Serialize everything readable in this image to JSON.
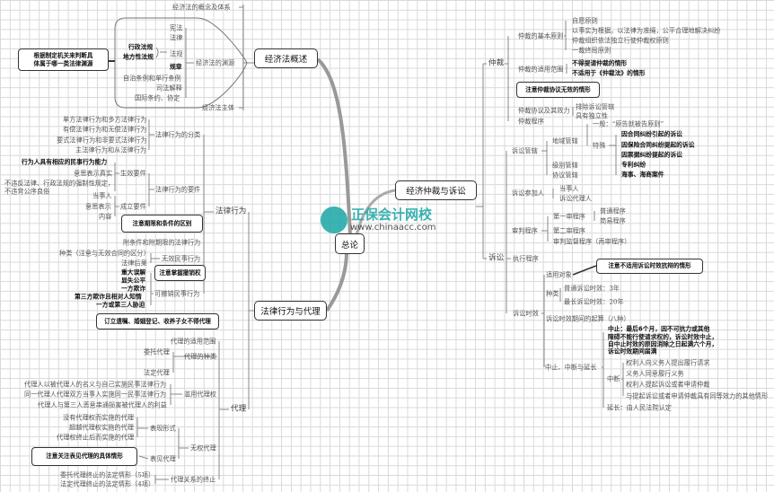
{
  "root": "总论",
  "economic_law": {
    "title": "经济法概述",
    "concept": "经济法的概念及体系",
    "sources": "经济法的渊源",
    "subject": "经济法主体",
    "source_items": [
      "宪法",
      "法律",
      "法规",
      "规章",
      "自治条例和单行条例",
      "司法解释",
      "国际条约、协定"
    ],
    "regulation_types": [
      "行政法规",
      "地方性法规"
    ],
    "note_lines": [
      "根据制定机关来判断具",
      "体属于哪一类法律渊源"
    ]
  },
  "legal_act_agency": {
    "title": "法律行为与代理",
    "legal_act": "法律行为",
    "classification": "法律行为的分类",
    "class_items": [
      "单方法律行为和多方法律行为",
      "有偿法律行为和无偿法律行为",
      "要式法律行为和非要式法律行为",
      "主法律行为和从法律行为"
    ],
    "elements": "法律行为的要件",
    "effective": "生效要件",
    "effective_items": [
      "行为人具有相应的民事行为能力",
      "意思表示真实",
      "不违反法律、行政法规的强制性规定，",
      "不违背公序良俗"
    ],
    "formation": "成立要件",
    "formation_items": [
      "当事人",
      "意思表示",
      "内容"
    ],
    "note_condition": "注意期限和条件的区别",
    "conditional": "附条件和附期限的法律行为",
    "void": "无效民事行为",
    "void_items": [
      "种类（注意与无效合同的区分）",
      "法律后果"
    ],
    "note_revoke": "注意掌握撤销权",
    "voidable": "可撤销民事行为",
    "voidable_items": [
      "重大误解",
      "显失公平",
      "一方欺诈",
      "第三方欺诈且相对人知情",
      "一方或第三人胁迫"
    ],
    "agency": "代理",
    "note_agency": "订立遗嘱、婚姻登记、收养子女不得代理",
    "scope": "代理的适用范围",
    "kinds": "代理的种类",
    "kind_items": [
      "委托代理",
      "法定代理"
    ],
    "abuse": "滥用代理权",
    "abuse_items": [
      "代理人以被代理人的名义与自己实施民事法律行为",
      "同一代理人代理双方当事人实施同一民事法律行为",
      "代理人与第三人恶意串通损害被代理人的利益"
    ],
    "unauthorized": "无权代理",
    "forms": "表现形式",
    "form_items": [
      "没有代理权而实施的代理",
      "超越代理权实施的代理",
      "代理权终止后而实施的代理"
    ],
    "apparent": "表见代理",
    "note_apparent": "注意关注表见代理的具体情形",
    "termination": "代理关系的终止",
    "termination_items": [
      "委托代理终止的法定情形（5项）",
      "法定代理终止的法定情形（4项）"
    ]
  },
  "arbitration_litigation": {
    "title": "经济仲裁与诉讼",
    "arbitration": "仲裁",
    "principles": "仲裁的基本原则",
    "principle_items": [
      "自愿原则",
      "以事实为根据，以法律为准绳，公平合理地解决纠纷",
      "仲裁组织依法独立行使仲裁权原则",
      "一裁终局原则"
    ],
    "scope": "仲裁的适用范围",
    "scope_items": [
      "不得提请仲裁的情形",
      "不适用于《仲裁法》的情形"
    ],
    "note_agreement": "注意仲裁协议无效的情形",
    "agreement": "仲裁协议及其效力",
    "agreement_items": [
      "排除诉讼管辖",
      "具有独立性"
    ],
    "procedure": "仲裁程序",
    "litigation": "诉讼",
    "jurisdiction": "诉讼管辖",
    "territorial": "地域管辖",
    "general": "一般：“原告就被告原则”",
    "special": "特殊",
    "special_items": [
      "因合同纠纷引起的诉讼",
      "因保险合同纠纷提起的诉讼",
      "因票据纠纷提起的诉讼",
      "专利纠纷",
      "海事、海商案件"
    ],
    "level": "级别管辖",
    "agreed": "协议管辖",
    "participants": "诉讼参加人",
    "participant_items": [
      "当事人",
      "诉讼代理人"
    ],
    "trial": "审判程序",
    "first": "第一审程序",
    "first_items": [
      "普通程序",
      "简易程序"
    ],
    "second": "第二审程序",
    "supervision": "审判监督程序（再审程序）",
    "execution": "执行程序",
    "limitation": "诉讼时效",
    "note_limitation": "注意不适用诉讼时效抗辩的情形",
    "object": "适用对象",
    "types": "种类",
    "type_items": [
      "普通诉讼时效：3年",
      "最长诉讼时效：20年"
    ],
    "start": "诉讼时效期间的起算（八种）",
    "suspend": "中止、中断与延长",
    "suspension_lines": [
      "中止：最后6个月，因不可抗力或其他",
      "障碍不能行使请求权的，诉讼时效中止，",
      "自中止时效的原因消除之日起满六个月，",
      "诉讼时效期间届满"
    ],
    "interrupt": "中断",
    "interrupt_items": [
      "权利人向义务人提出履行请求",
      "义务人同意履行义务",
      "权利人提起诉讼或者申请仲裁",
      "与提起诉讼或者申请仲裁具有同等效力的其他情形"
    ],
    "extension": "延长：由人民法院认定"
  },
  "watermark": {
    "brand": "正保会计网校",
    "url": "www.chinaacc.com",
    "color": "#1aa6a6"
  }
}
